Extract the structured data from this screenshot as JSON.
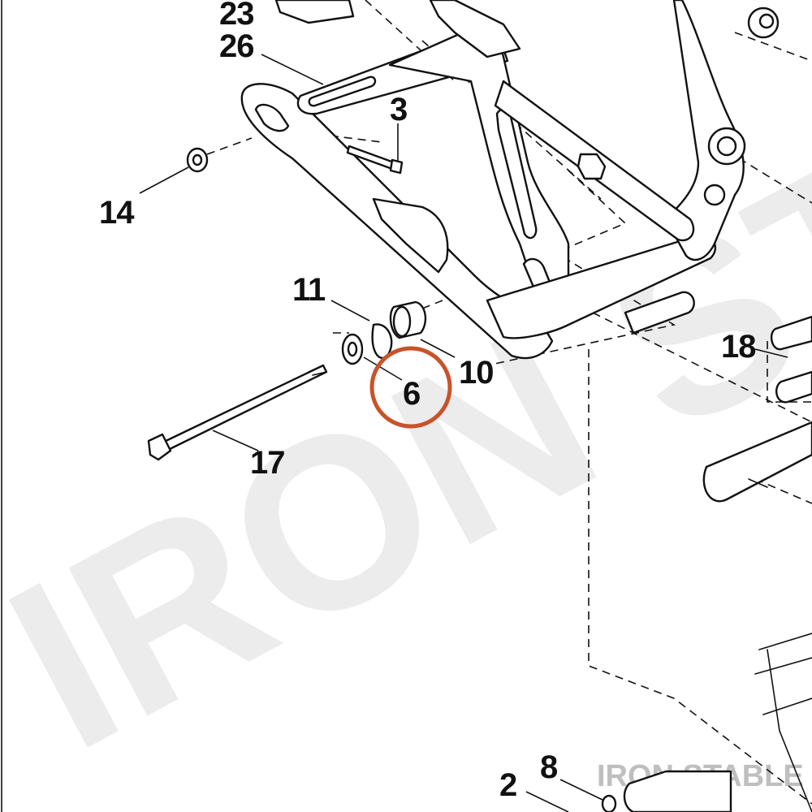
{
  "callouts": {
    "c23": "23",
    "c26": "26",
    "c3": "3",
    "c14": "14",
    "c11": "11",
    "c10": "10",
    "c6": "6",
    "c17": "17",
    "c18": "18",
    "c8": "8",
    "c2": "2"
  },
  "watermark": {
    "diagonal_text": "IRON STABLE",
    "corner_text": "IRON STABLE"
  },
  "highlight": {
    "target_callout": "6",
    "ring_color": "#c8532a"
  },
  "colors": {
    "ink": "#111111",
    "watermark": "#ececec",
    "corner_watermark": "#bfbfbf"
  }
}
